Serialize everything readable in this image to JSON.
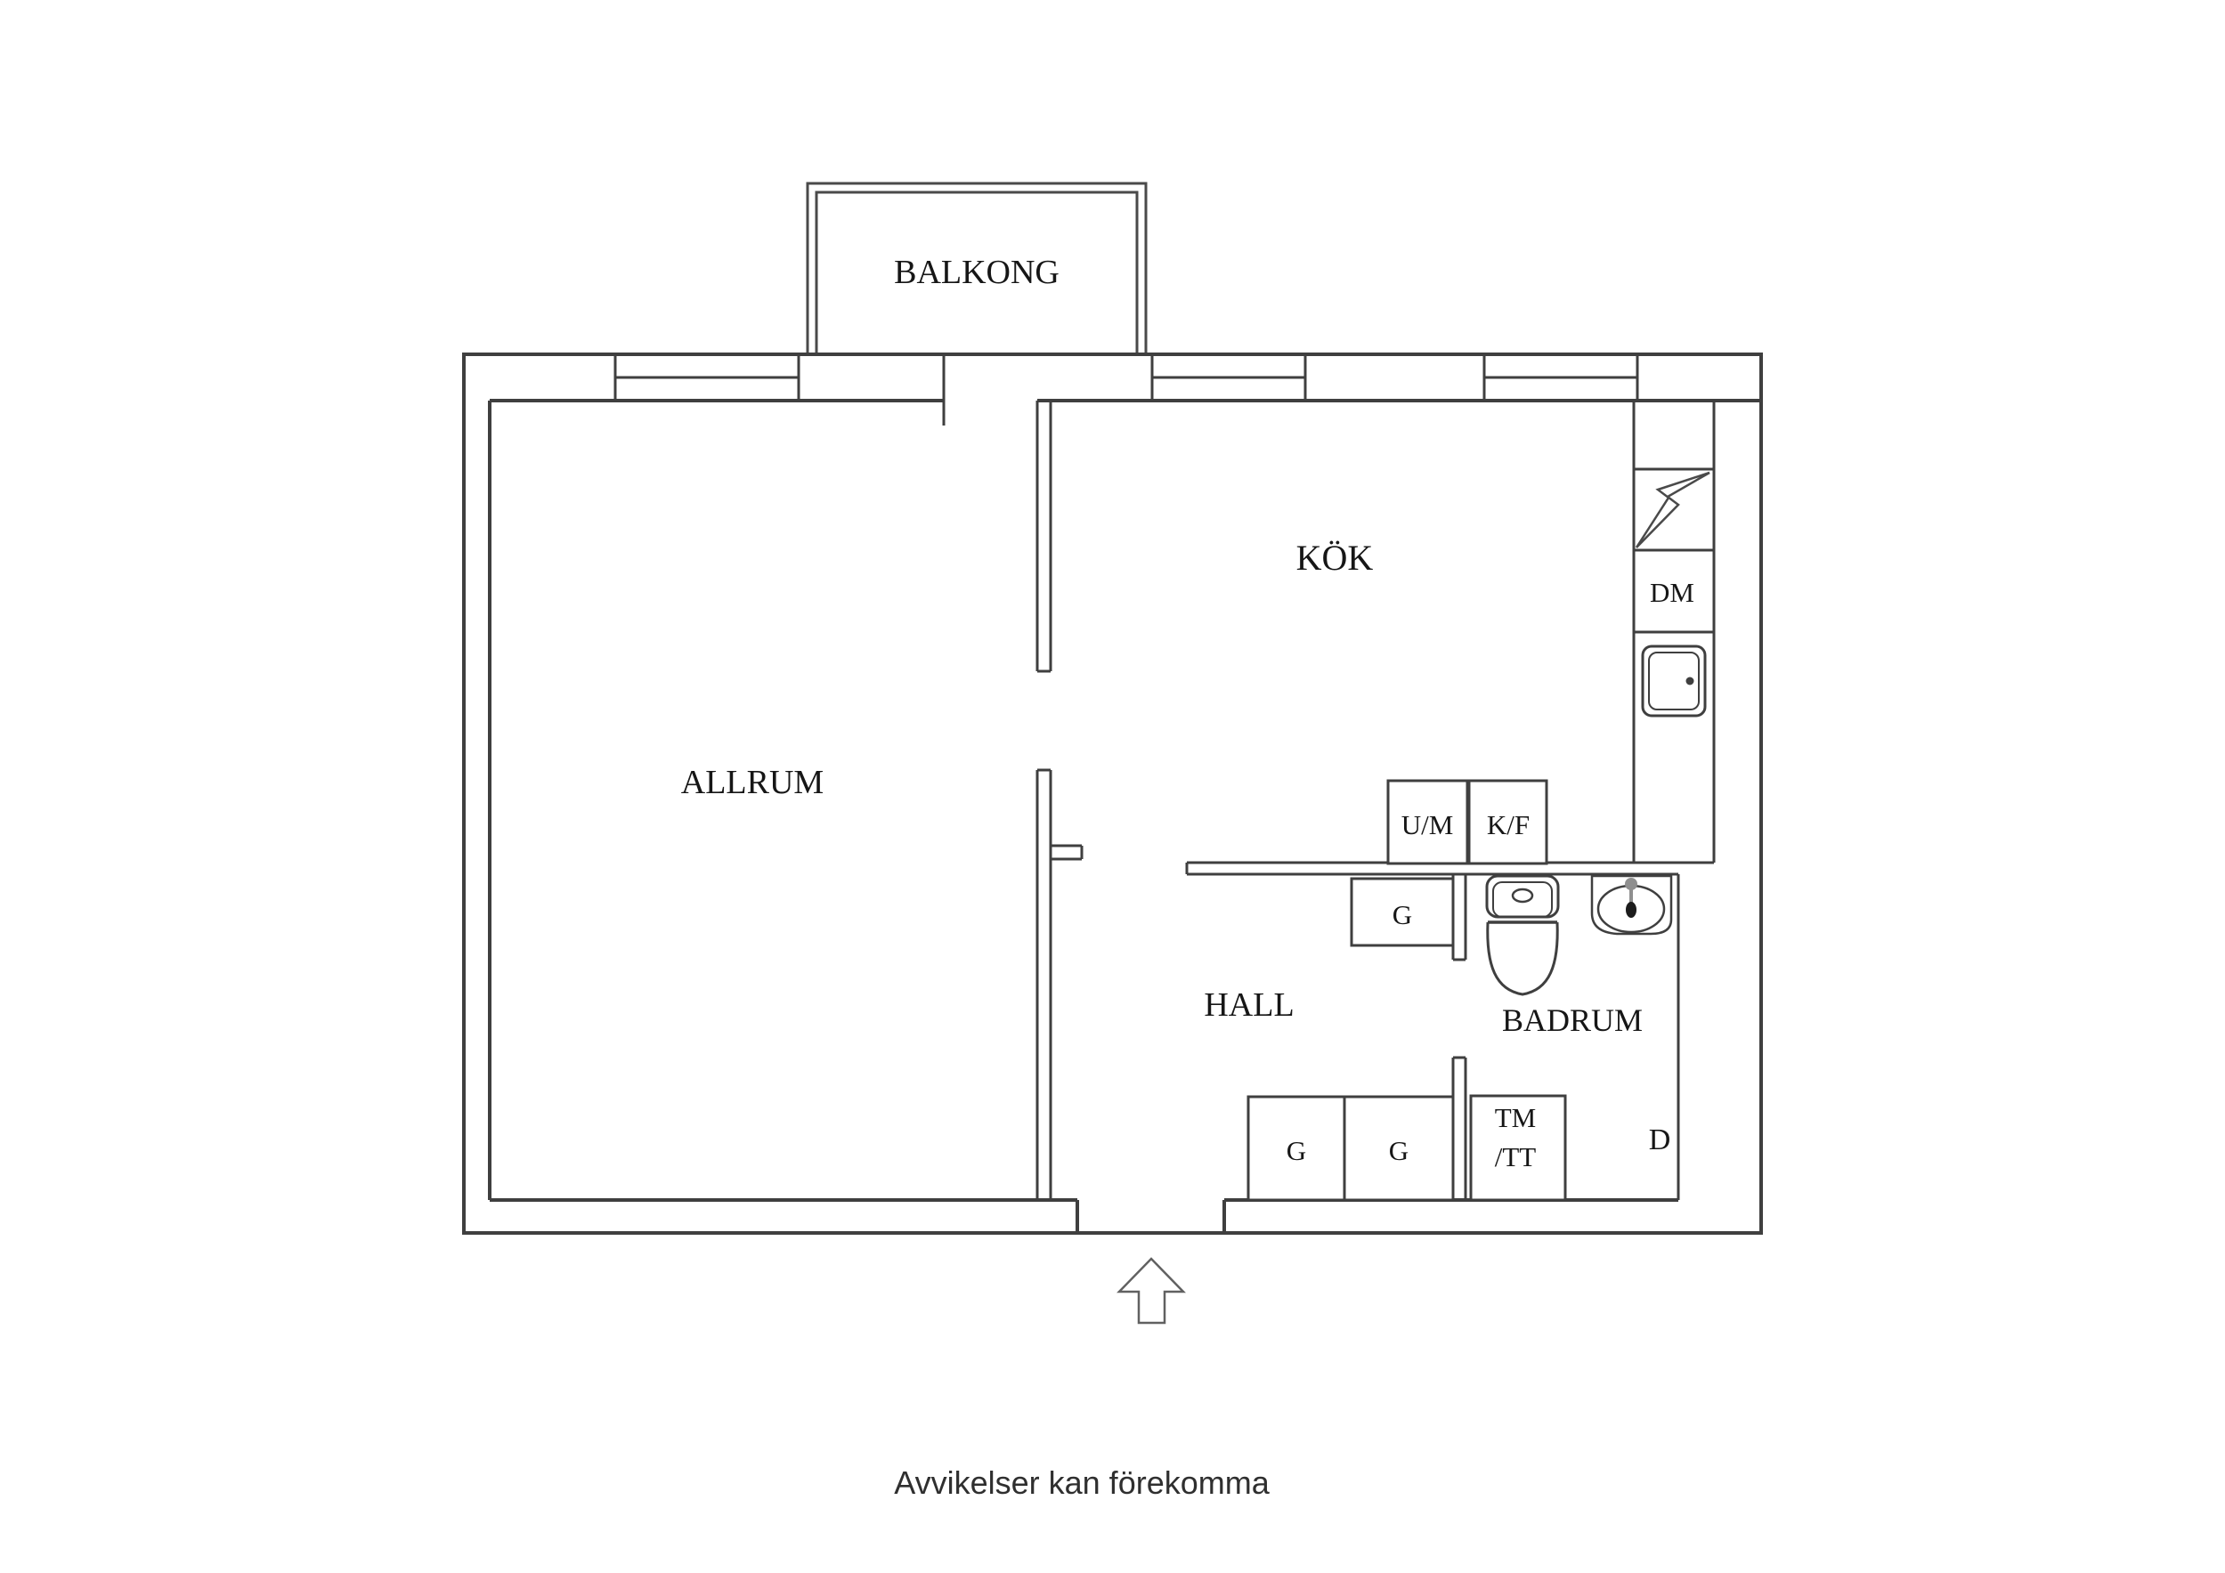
{
  "colors": {
    "line": "#3f3f3f",
    "thin_line": "#4a4a4a",
    "arrow_line": "#616161",
    "text": "#161616",
    "faucet_gray": "#8f8f8f",
    "faucet_dark": "#1c1c1c",
    "background": "#ffffff"
  },
  "rooms": {
    "balkong": "BALKONG",
    "kok": "KÖK",
    "allrum": "ALLRUM",
    "hall": "HALL",
    "badrum": "BADRUM"
  },
  "fixtures": {
    "dm": "DM",
    "um": "U/M",
    "kf": "K/F",
    "g_hall_upper": "G",
    "g_hall_lower_left": "G",
    "g_hall_lower_right": "G",
    "tm_line1": "TM",
    "tm_line2": "/TT",
    "d": "D"
  },
  "footer": {
    "disclaimer": "Avvikelser kan förekomma"
  }
}
